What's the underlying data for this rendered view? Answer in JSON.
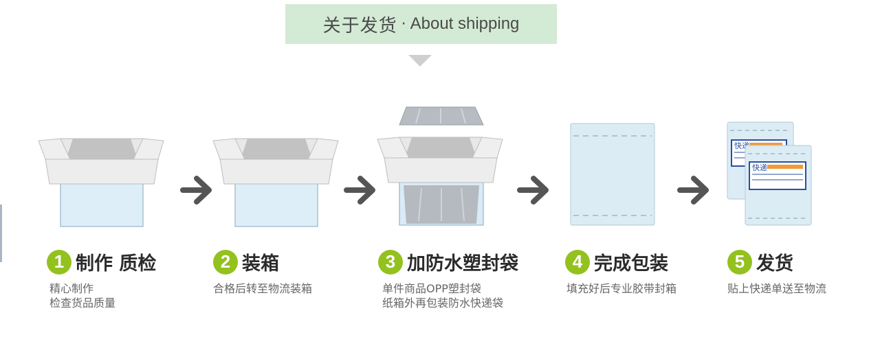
{
  "banner": {
    "zh": "关于发货",
    "separator": "·",
    "en": "About shipping"
  },
  "steps": [
    {
      "number": "1",
      "title": "制作 质检",
      "desc": [
        "精心制作",
        "检查货品质量"
      ]
    },
    {
      "number": "2",
      "title": "装箱",
      "desc": [
        "合格后转至物流装箱"
      ]
    },
    {
      "number": "3",
      "title": "加防水塑封袋",
      "desc": [
        "单件商品OPP塑封袋",
        "纸箱外再包装防水快递袋"
      ]
    },
    {
      "number": "4",
      "title": "完成包装",
      "desc": [
        "填充好后专业胶带封箱"
      ]
    },
    {
      "number": "5",
      "title": "发货",
      "desc": [
        "贴上快递单送至物流"
      ]
    }
  ],
  "label_text": "快递",
  "colors": {
    "banner_bg": "#d3ead4",
    "badge": "#93c11e",
    "arrow": "#555555",
    "label_blue": "#2a4fa0",
    "label_orange": "#f29b36"
  }
}
